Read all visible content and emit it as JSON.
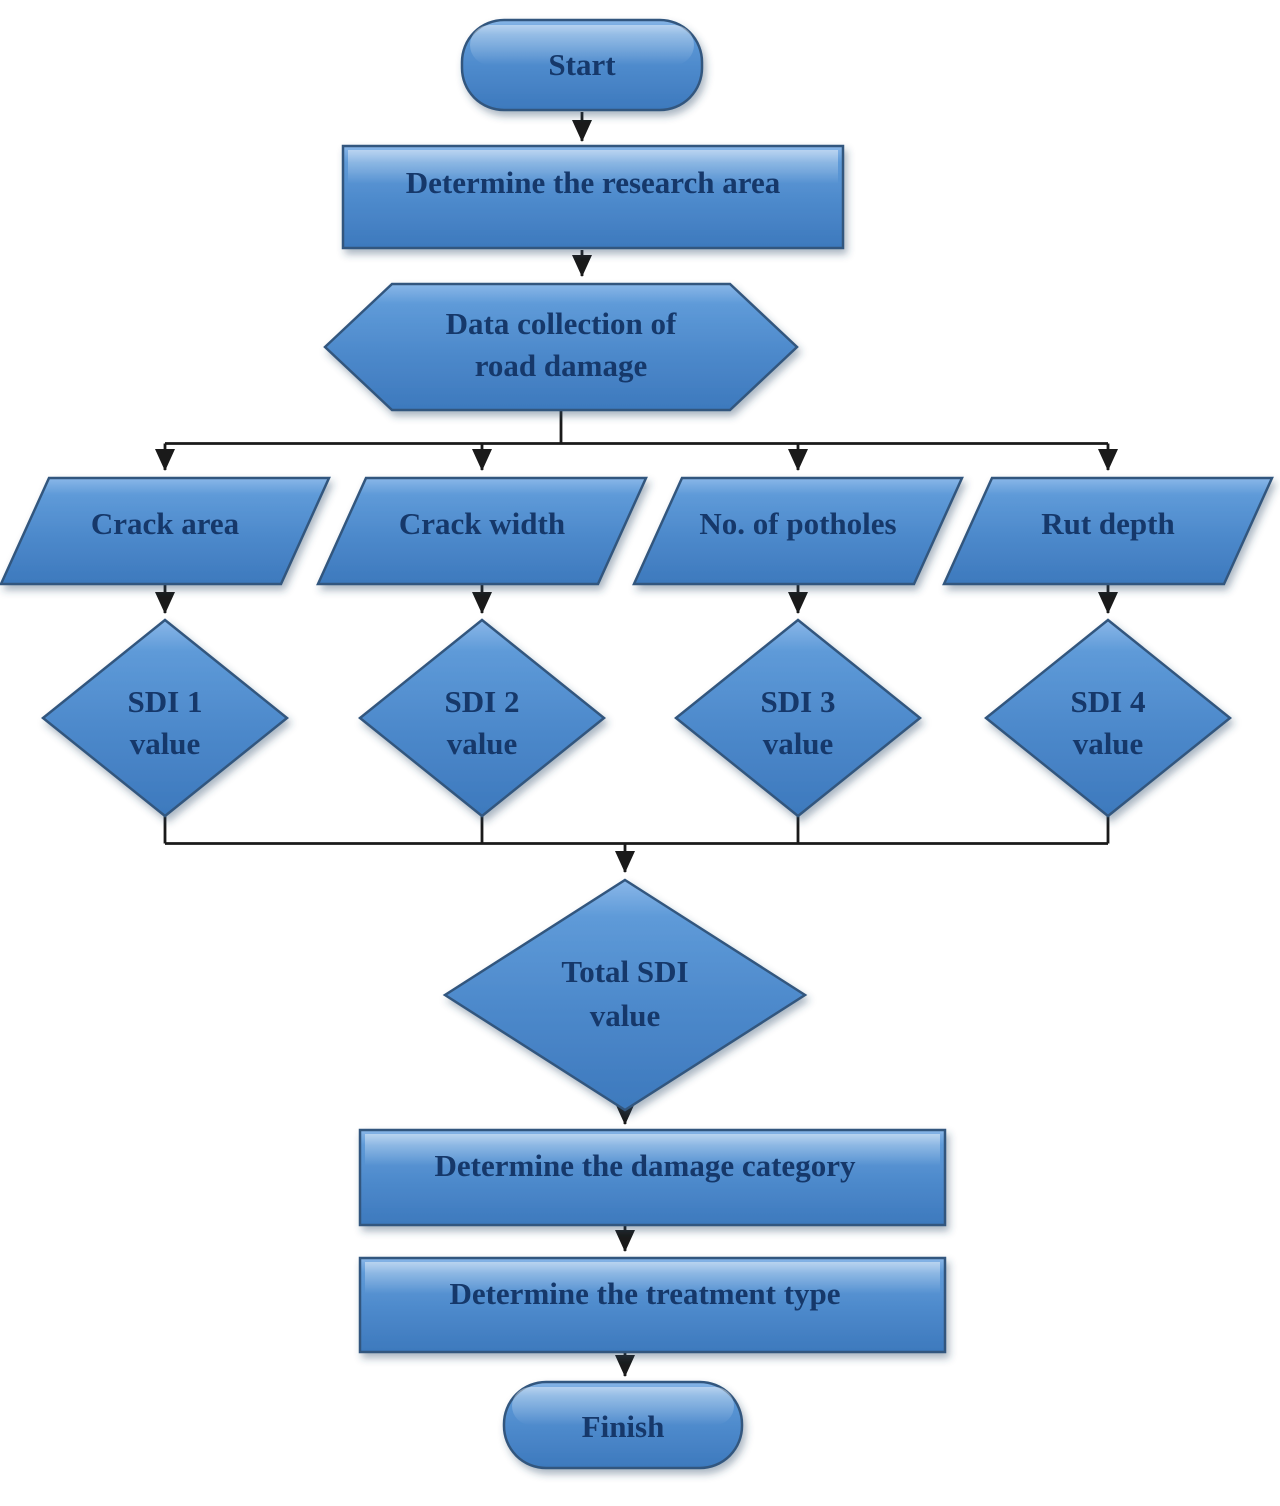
{
  "diagram": {
    "type": "flowchart",
    "subject": "SDI road damage assessment procedure",
    "colors": {
      "node_fill_top": "#8ab7e8",
      "node_fill_mid": "#4d89cb",
      "node_fill_bottom": "#3d79bd",
      "node_border": "#33577e",
      "node_text": "#14386a",
      "connector": "#1a1a1a",
      "background": "#ffffff"
    },
    "nodes": {
      "start": {
        "shape": "stadium",
        "label": "Start"
      },
      "research_area": {
        "shape": "rectangle",
        "label": "Determine the research area"
      },
      "data_collection": {
        "shape": "hexagon",
        "line1": "Data collection of",
        "line2": "road damage"
      },
      "crack_area": {
        "shape": "parallelogram",
        "label": "Crack area"
      },
      "crack_width": {
        "shape": "parallelogram",
        "label": "Crack width"
      },
      "potholes": {
        "shape": "parallelogram",
        "label": "No. of potholes"
      },
      "rut_depth": {
        "shape": "parallelogram",
        "label": "Rut depth"
      },
      "sdi1": {
        "shape": "diamond",
        "line1": "SDI 1",
        "line2": "value"
      },
      "sdi2": {
        "shape": "diamond",
        "line1": "SDI 2",
        "line2": "value"
      },
      "sdi3": {
        "shape": "diamond",
        "line1": "SDI 3",
        "line2": "value"
      },
      "sdi4": {
        "shape": "diamond",
        "line1": "SDI 4",
        "line2": "value"
      },
      "total_sdi": {
        "shape": "diamond",
        "line1": "Total SDI",
        "line2": "value"
      },
      "damage_category": {
        "shape": "rectangle",
        "label": "Determine the damage category"
      },
      "treatment_type": {
        "shape": "rectangle",
        "label": "Determine the treatment type"
      },
      "finish": {
        "shape": "stadium",
        "label": "Finish"
      }
    },
    "edges": [
      {
        "from": "start",
        "to": "research_area"
      },
      {
        "from": "research_area",
        "to": "data_collection"
      },
      {
        "from": "data_collection",
        "to": "crack_area"
      },
      {
        "from": "data_collection",
        "to": "crack_width"
      },
      {
        "from": "data_collection",
        "to": "potholes"
      },
      {
        "from": "data_collection",
        "to": "rut_depth"
      },
      {
        "from": "crack_area",
        "to": "sdi1"
      },
      {
        "from": "crack_width",
        "to": "sdi2"
      },
      {
        "from": "potholes",
        "to": "sdi3"
      },
      {
        "from": "rut_depth",
        "to": "sdi4"
      },
      {
        "from": "sdi1",
        "to": "total_sdi"
      },
      {
        "from": "sdi2",
        "to": "total_sdi"
      },
      {
        "from": "sdi3",
        "to": "total_sdi"
      },
      {
        "from": "sdi4",
        "to": "total_sdi"
      },
      {
        "from": "total_sdi",
        "to": "damage_category"
      },
      {
        "from": "damage_category",
        "to": "treatment_type"
      },
      {
        "from": "treatment_type",
        "to": "finish"
      }
    ]
  }
}
